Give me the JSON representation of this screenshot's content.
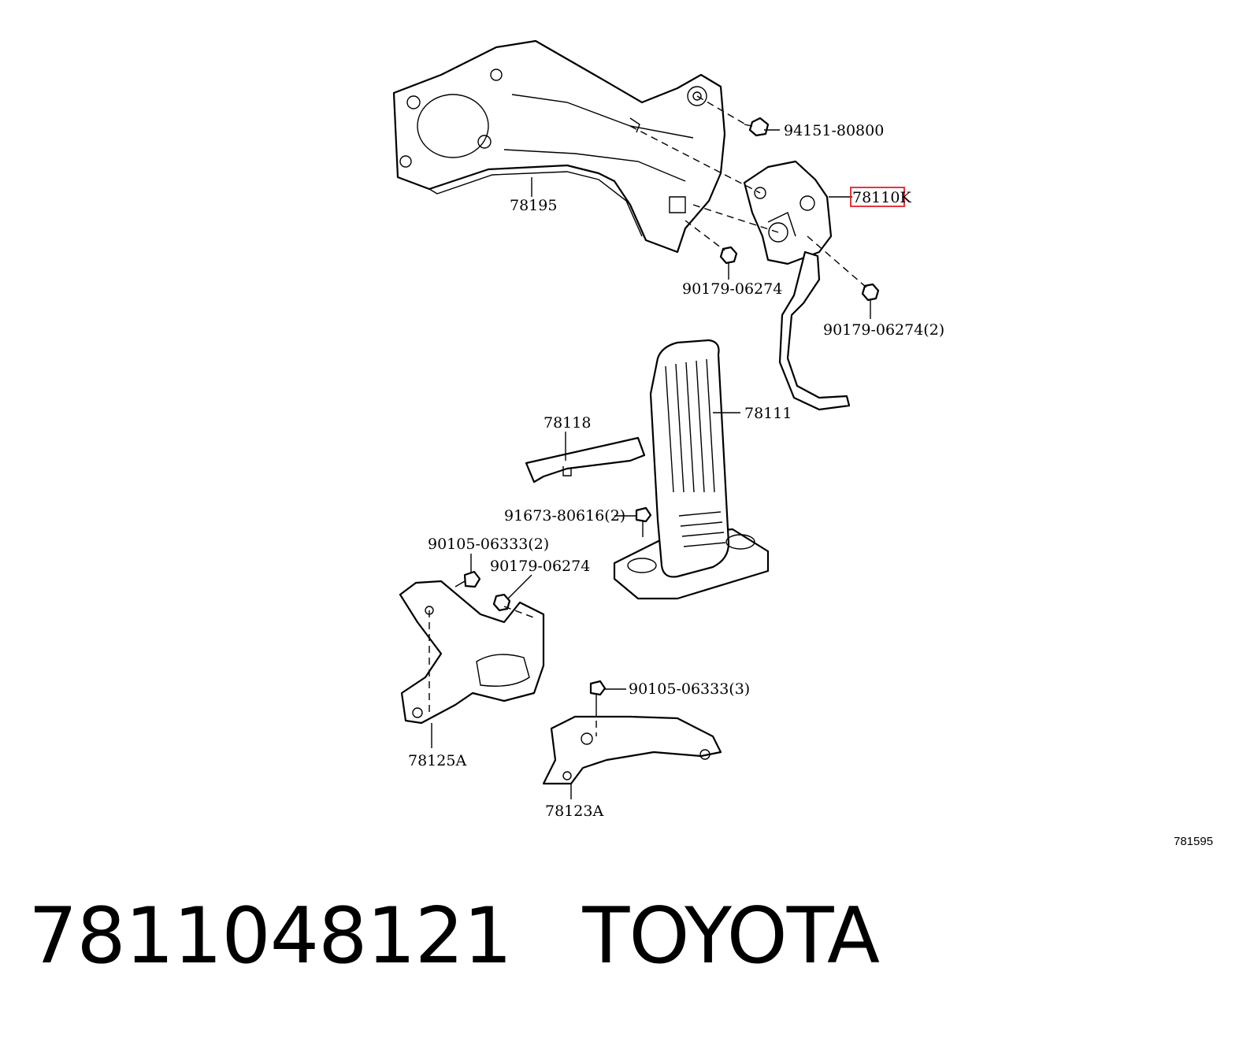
{
  "diagram": {
    "figure_ref": "781595",
    "highlight_color": "#e4202a",
    "callouts": {
      "c78195": "78195",
      "c94151": "94151-80800",
      "c78110K": "78110K",
      "c90179a": "90179-06274",
      "c90179b": "90179-06274(2)",
      "c78111": "78111",
      "c78118": "78118",
      "c91673": "91673-80616(2)",
      "c90105a": "90105-06333(2)",
      "c90179c": "90179-06274",
      "c78125A": "78125A",
      "c90105b": "90105-06333(3)",
      "c78123A": "78123A"
    }
  },
  "footer": {
    "part_number": "7811048121",
    "brand": "TOYOTA"
  }
}
